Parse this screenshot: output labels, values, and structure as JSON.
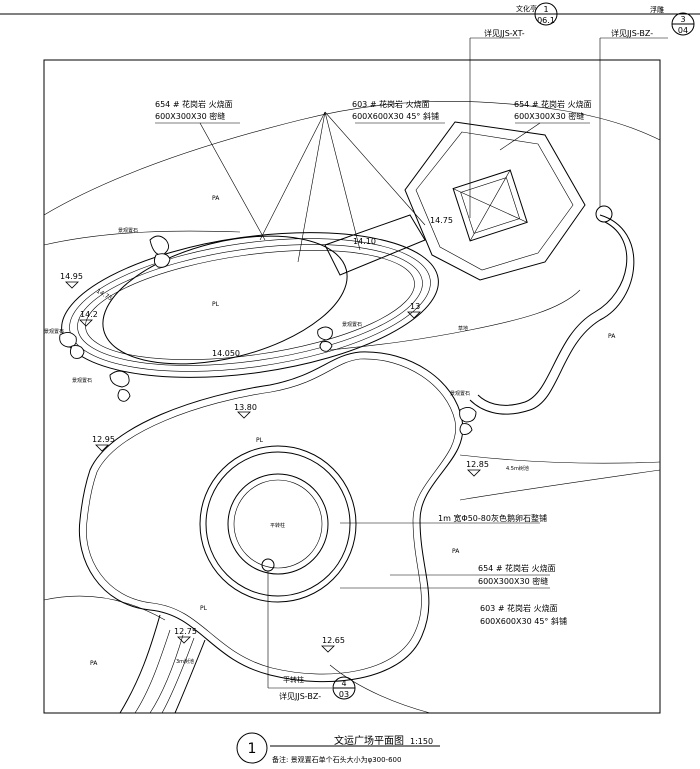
{
  "title_block": {
    "number": "1",
    "title": "文运广场平面图",
    "scale": "1:150",
    "note": "备注: 景观置石单个石头大小为φ300-600"
  },
  "callouts": {
    "top_left": {
      "label": "文化亭",
      "ref": "详见JJS-XT-",
      "num": "1",
      "sheet": "06.1"
    },
    "top_right": {
      "label": "浮雕",
      "ref": "详见JJS-BZ-",
      "num": "3",
      "sheet": "04"
    },
    "bottom": {
      "label": "平转柱",
      "ref": "详见JJS-BZ-",
      "num": "4",
      "sheet": "03"
    }
  },
  "material_notes": [
    {
      "l1": "654 # 花岗岩 火烧面",
      "l2": "600X300X30 密缝"
    },
    {
      "l1": "603 # 花岗岩 火烧面",
      "l2": "600X600X30 45° 斜铺"
    },
    {
      "l1": "654 # 花岗岩 火烧面",
      "l2": "600X300X30 密缝"
    },
    {
      "l1": "1m 宽Φ50-80灰色鹅卵石整铺"
    },
    {
      "l1": "654 # 花岗岩 火烧面",
      "l2": "600X300X30 密缝"
    },
    {
      "l1": "603 # 花岗岩 火烧面",
      "l2": "600X600X30 45° 斜铺"
    }
  ],
  "elevations": [
    "14.95",
    "14.75",
    "14.10",
    "14.75",
    "14.2",
    "13",
    "14.050",
    "13.80",
    "12.95",
    "12.85",
    "12.75",
    "12.65"
  ],
  "area_labels": [
    "PA",
    "PA",
    "PA",
    "PA",
    "PL",
    "PL",
    "PL"
  ],
  "small_labels": [
    "景观置石",
    "景观置石",
    "景观置石",
    "景观置石",
    "景观置石",
    "平转柱",
    "4.5m树池",
    "3m树池",
    "草地"
  ]
}
